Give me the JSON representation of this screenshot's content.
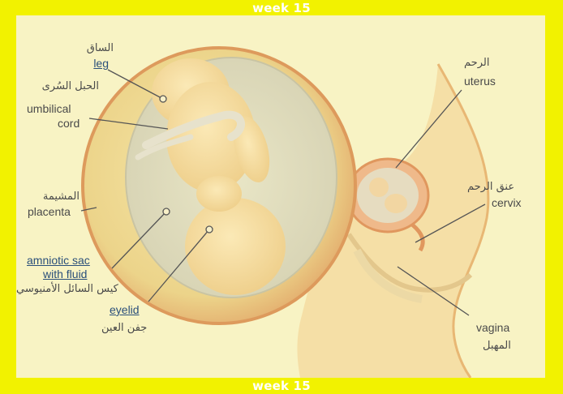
{
  "banner": {
    "top": "week 15",
    "bottom": "week 15"
  },
  "labels": {
    "leg_ar": "الساق",
    "leg_en": "leg",
    "cord_ar": "الحبل السُرى",
    "cord_en1": "umbilical",
    "cord_en2": "cord",
    "placenta_ar": "المشيمة",
    "placenta_en": "placenta",
    "sac_en1": "amniotic sac",
    "sac_en2": "with fluid",
    "sac_ar": "كيس السائل الأمنيوسي",
    "eyelid_en": "eyelid",
    "eyelid_ar": "جفن العين",
    "uterus_ar": "الرحم",
    "uterus_en": "uterus",
    "cervix_ar": "عنق الرحم",
    "cervix_en": "cervix",
    "vagina_en": "vagina",
    "vagina_ar": "المهبل"
  },
  "colors": {
    "frame": "#f2f200",
    "background": "#f8f3c4",
    "text": "#4a4a4a",
    "link_text": "#2a4f7a"
  }
}
